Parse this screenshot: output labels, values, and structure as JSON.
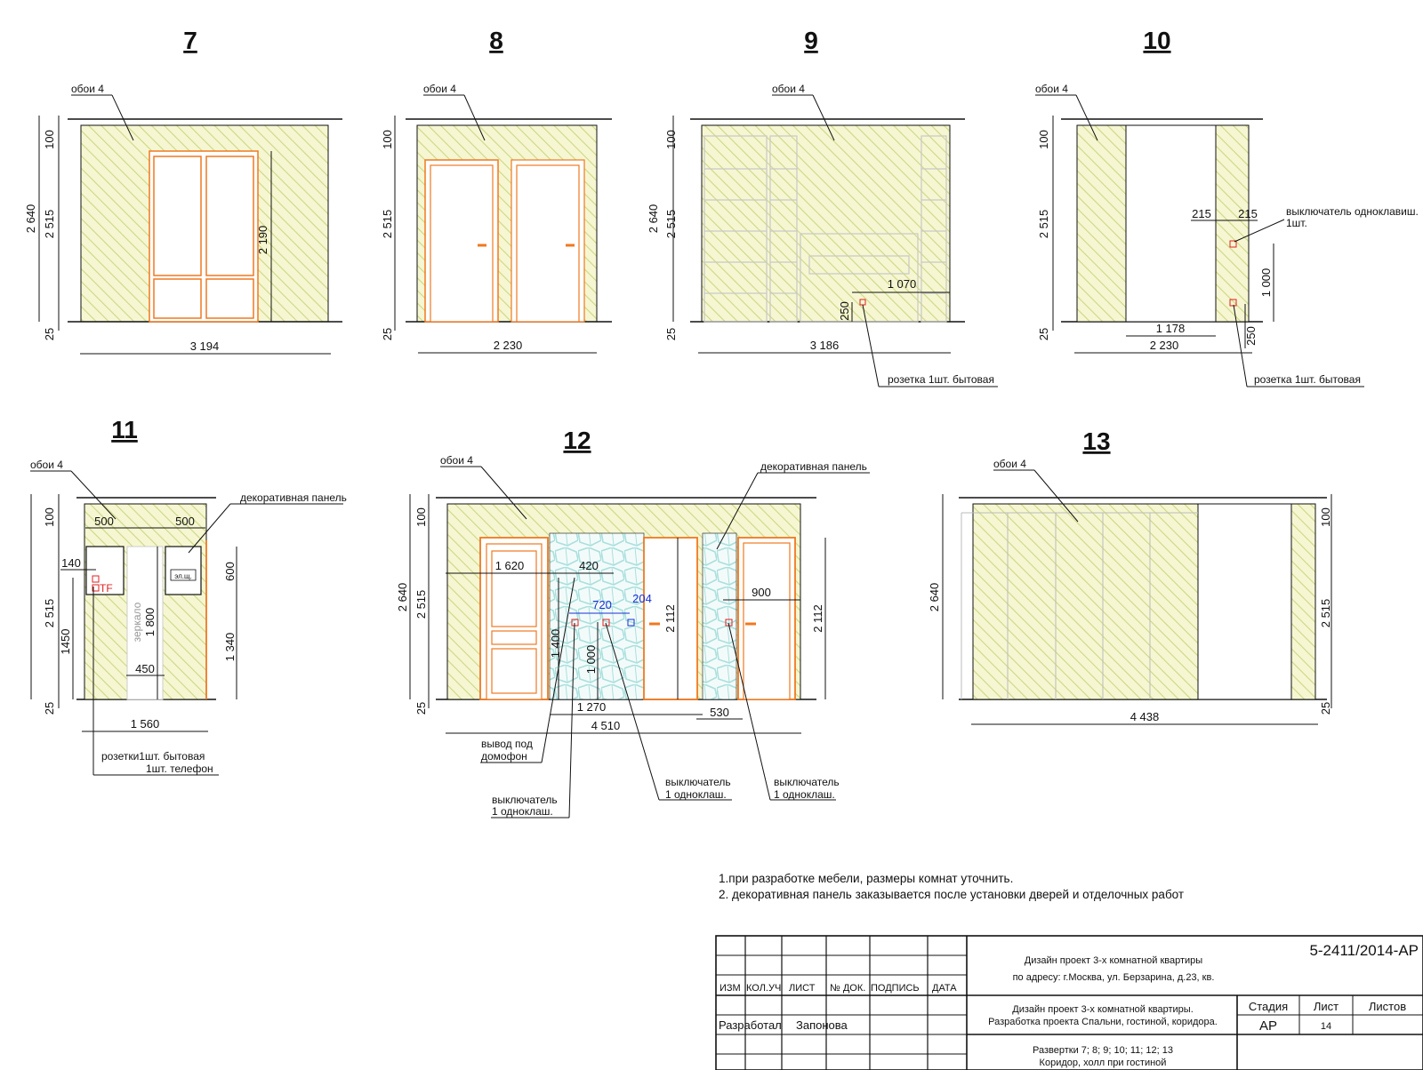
{
  "sheet": {
    "elevations": [
      {
        "id": "7",
        "number": "7",
        "labels": [
          "обои 4"
        ],
        "dims_v": [
          "2 640",
          "100",
          "2 515",
          "25",
          "2 190"
        ],
        "dims_h": [
          "3 194"
        ]
      },
      {
        "id": "8",
        "number": "8",
        "labels": [
          "обои 4"
        ],
        "dims_v": [
          "100",
          "2 515",
          "25"
        ],
        "dims_h": [
          "2 230"
        ]
      },
      {
        "id": "9",
        "number": "9",
        "labels": [
          "обои 4",
          "розетка 1шт. бытовая"
        ],
        "dims_v": [
          "2 640",
          "100",
          "2 515",
          "25",
          "250"
        ],
        "dims_h": [
          "1 070",
          "3 186"
        ]
      },
      {
        "id": "10",
        "number": "10",
        "labels": [
          "обои 4",
          "выключатель одноклавиш.",
          "1шт.",
          "розетка 1шт. бытовая"
        ],
        "dims_v": [
          "100",
          "2 515",
          "25",
          "1 000",
          "250"
        ],
        "dims_h": [
          "215",
          "215",
          "1 178",
          "2 230"
        ]
      },
      {
        "id": "11",
        "number": "11",
        "labels": [
          "обои 4",
          "декоративная панель",
          "зеркало",
          "эл.щ.",
          "TF",
          "розетки1шт. бытовая",
          "1шт. телефон"
        ],
        "dims_v": [
          "100",
          "2 515",
          "1450",
          "25",
          "1 800",
          "600",
          "1 340"
        ],
        "dims_h": [
          "500",
          "500",
          "140",
          "450",
          "1 560"
        ]
      },
      {
        "id": "12",
        "number": "12",
        "labels": [
          "обои 4",
          "декоративная панель",
          "вывод под",
          "домофон",
          "выключатель",
          "1 одноклаш.",
          "выключатель",
          "1 одноклаш.",
          "выключатель",
          "1 одноклаш."
        ],
        "dims_v": [
          "2 640",
          "100",
          "2 515",
          "25",
          "1 400",
          "1 000",
          "2 112",
          "2 112"
        ],
        "dims_h": [
          "1 620",
          "420",
          "720",
          "204",
          "900",
          "1 270",
          "530",
          "4 510"
        ]
      },
      {
        "id": "13",
        "number": "13",
        "labels": [
          "обои 4"
        ],
        "dims_v": [
          "2 640",
          "100",
          "2 515",
          "25"
        ],
        "dims_h": [
          "4 438"
        ]
      }
    ],
    "notes": [
      "1.при разработке мебели, размеры комнат уточнить.",
      "2. декоративная панель заказывается после установки дверей и отделочных работ"
    ],
    "title_block": {
      "columns": [
        "ИЗМ",
        "КОЛ.УЧ",
        "ЛИСТ",
        "№ ДОК.",
        "ПОДПИСЬ",
        "ДАТА"
      ],
      "developed_label": "Разработал",
      "developer": "Запонова",
      "project_line1": "Дизайн проект 3-х комнатной квартиры",
      "project_line2": "по адресу: г.Москва, ул. Берзарина, д.23, кв.",
      "code": "5-2411/2014-АР",
      "stage_line1": "Дизайн проект 3-х комнатной квартиры.",
      "stage_line2": "Разработка проекта Спальни, гостиной, коридора.",
      "stage_header": "Стадия",
      "sheet_header": "Лист",
      "sheets_header": "Листов",
      "stage_value": "АР",
      "sheet_value": "14",
      "sheets_value": "",
      "drawing_line1": "Развертки 7; 8; 9; 10; 11; 12; 13",
      "drawing_line2": "Коридор, холл при гостиной"
    },
    "colors": {
      "wall_fill": "#f6f7d2",
      "hatch": "#cfd98a",
      "frame": "#f07820",
      "tile": "#a9e0dd",
      "outline": "#111111"
    }
  }
}
